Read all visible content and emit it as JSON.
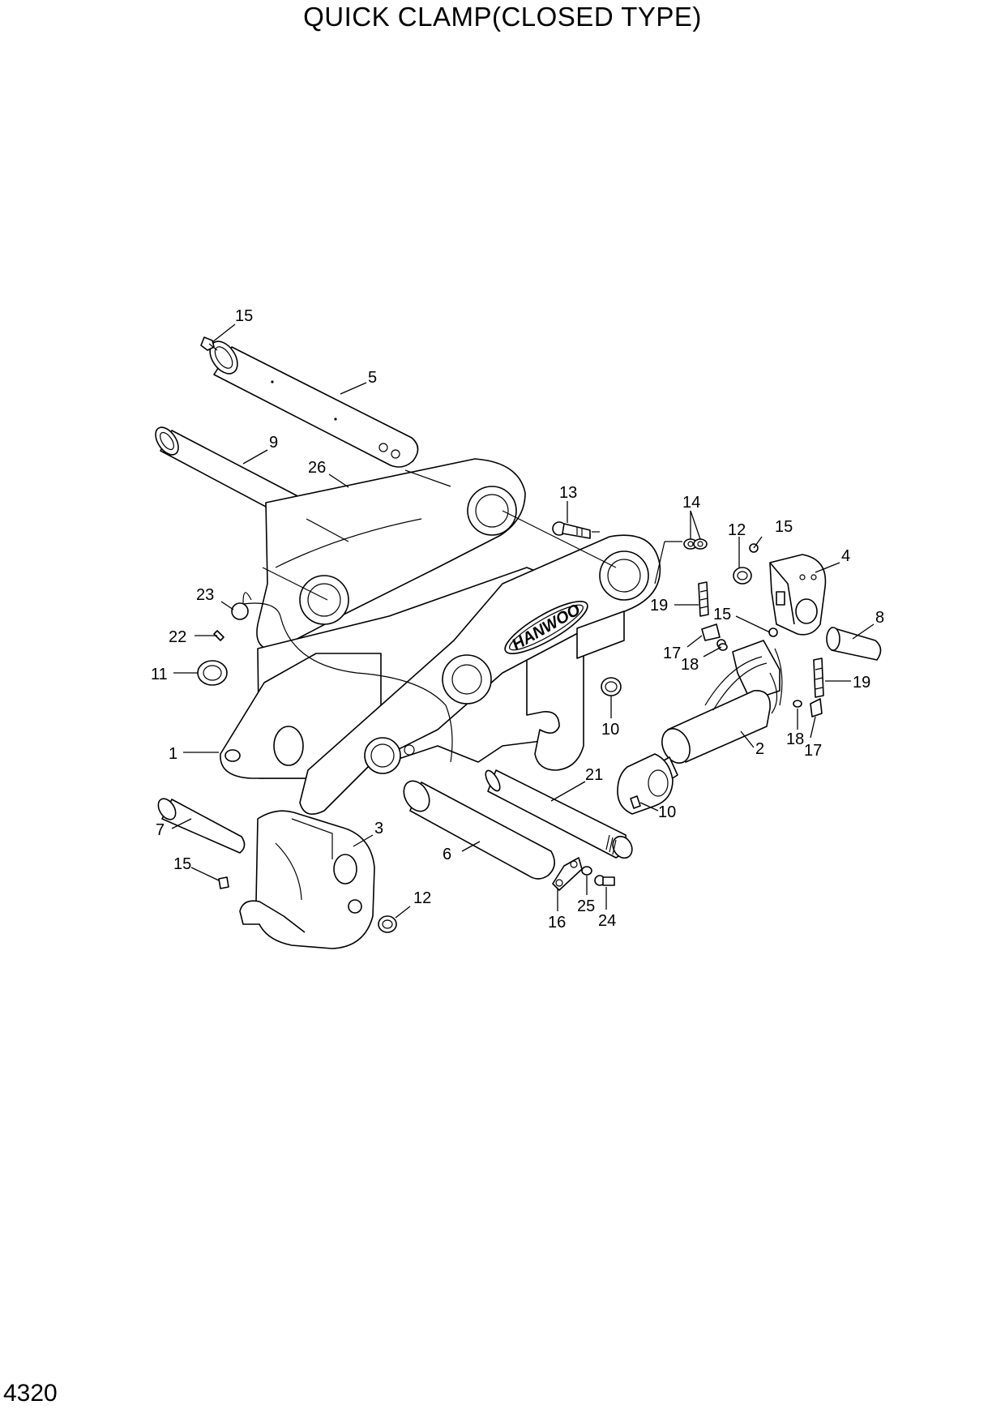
{
  "header": {
    "title": "QUICK CLAMP(CLOSED TYPE)"
  },
  "footer": {
    "page_number": "4320"
  },
  "diagram": {
    "logo_text": "HANWOO",
    "callouts": [
      {
        "id": "c15a",
        "text": "15"
      },
      {
        "id": "c5",
        "text": "5"
      },
      {
        "id": "c9",
        "text": "9"
      },
      {
        "id": "c26",
        "text": "26"
      },
      {
        "id": "c13",
        "text": "13"
      },
      {
        "id": "c14",
        "text": "14"
      },
      {
        "id": "c12a",
        "text": "12"
      },
      {
        "id": "c15b",
        "text": "15"
      },
      {
        "id": "c4",
        "text": "4"
      },
      {
        "id": "c8",
        "text": "8"
      },
      {
        "id": "c23",
        "text": "23"
      },
      {
        "id": "c22",
        "text": "22"
      },
      {
        "id": "c11",
        "text": "11"
      },
      {
        "id": "c19a",
        "text": "19"
      },
      {
        "id": "c15c",
        "text": "15"
      },
      {
        "id": "c17a",
        "text": "17"
      },
      {
        "id": "c18a",
        "text": "18"
      },
      {
        "id": "c19b",
        "text": "19"
      },
      {
        "id": "c10a",
        "text": "10"
      },
      {
        "id": "c18b",
        "text": "18"
      },
      {
        "id": "c17b",
        "text": "17"
      },
      {
        "id": "c2",
        "text": "2"
      },
      {
        "id": "c1",
        "text": "1"
      },
      {
        "id": "c21",
        "text": "21"
      },
      {
        "id": "c10b",
        "text": "10"
      },
      {
        "id": "c7",
        "text": "7"
      },
      {
        "id": "c3",
        "text": "3"
      },
      {
        "id": "c6",
        "text": "6"
      },
      {
        "id": "c15d",
        "text": "15"
      },
      {
        "id": "c12b",
        "text": "12"
      },
      {
        "id": "c25",
        "text": "25"
      },
      {
        "id": "c24",
        "text": "24"
      },
      {
        "id": "c16",
        "text": "16"
      }
    ]
  }
}
